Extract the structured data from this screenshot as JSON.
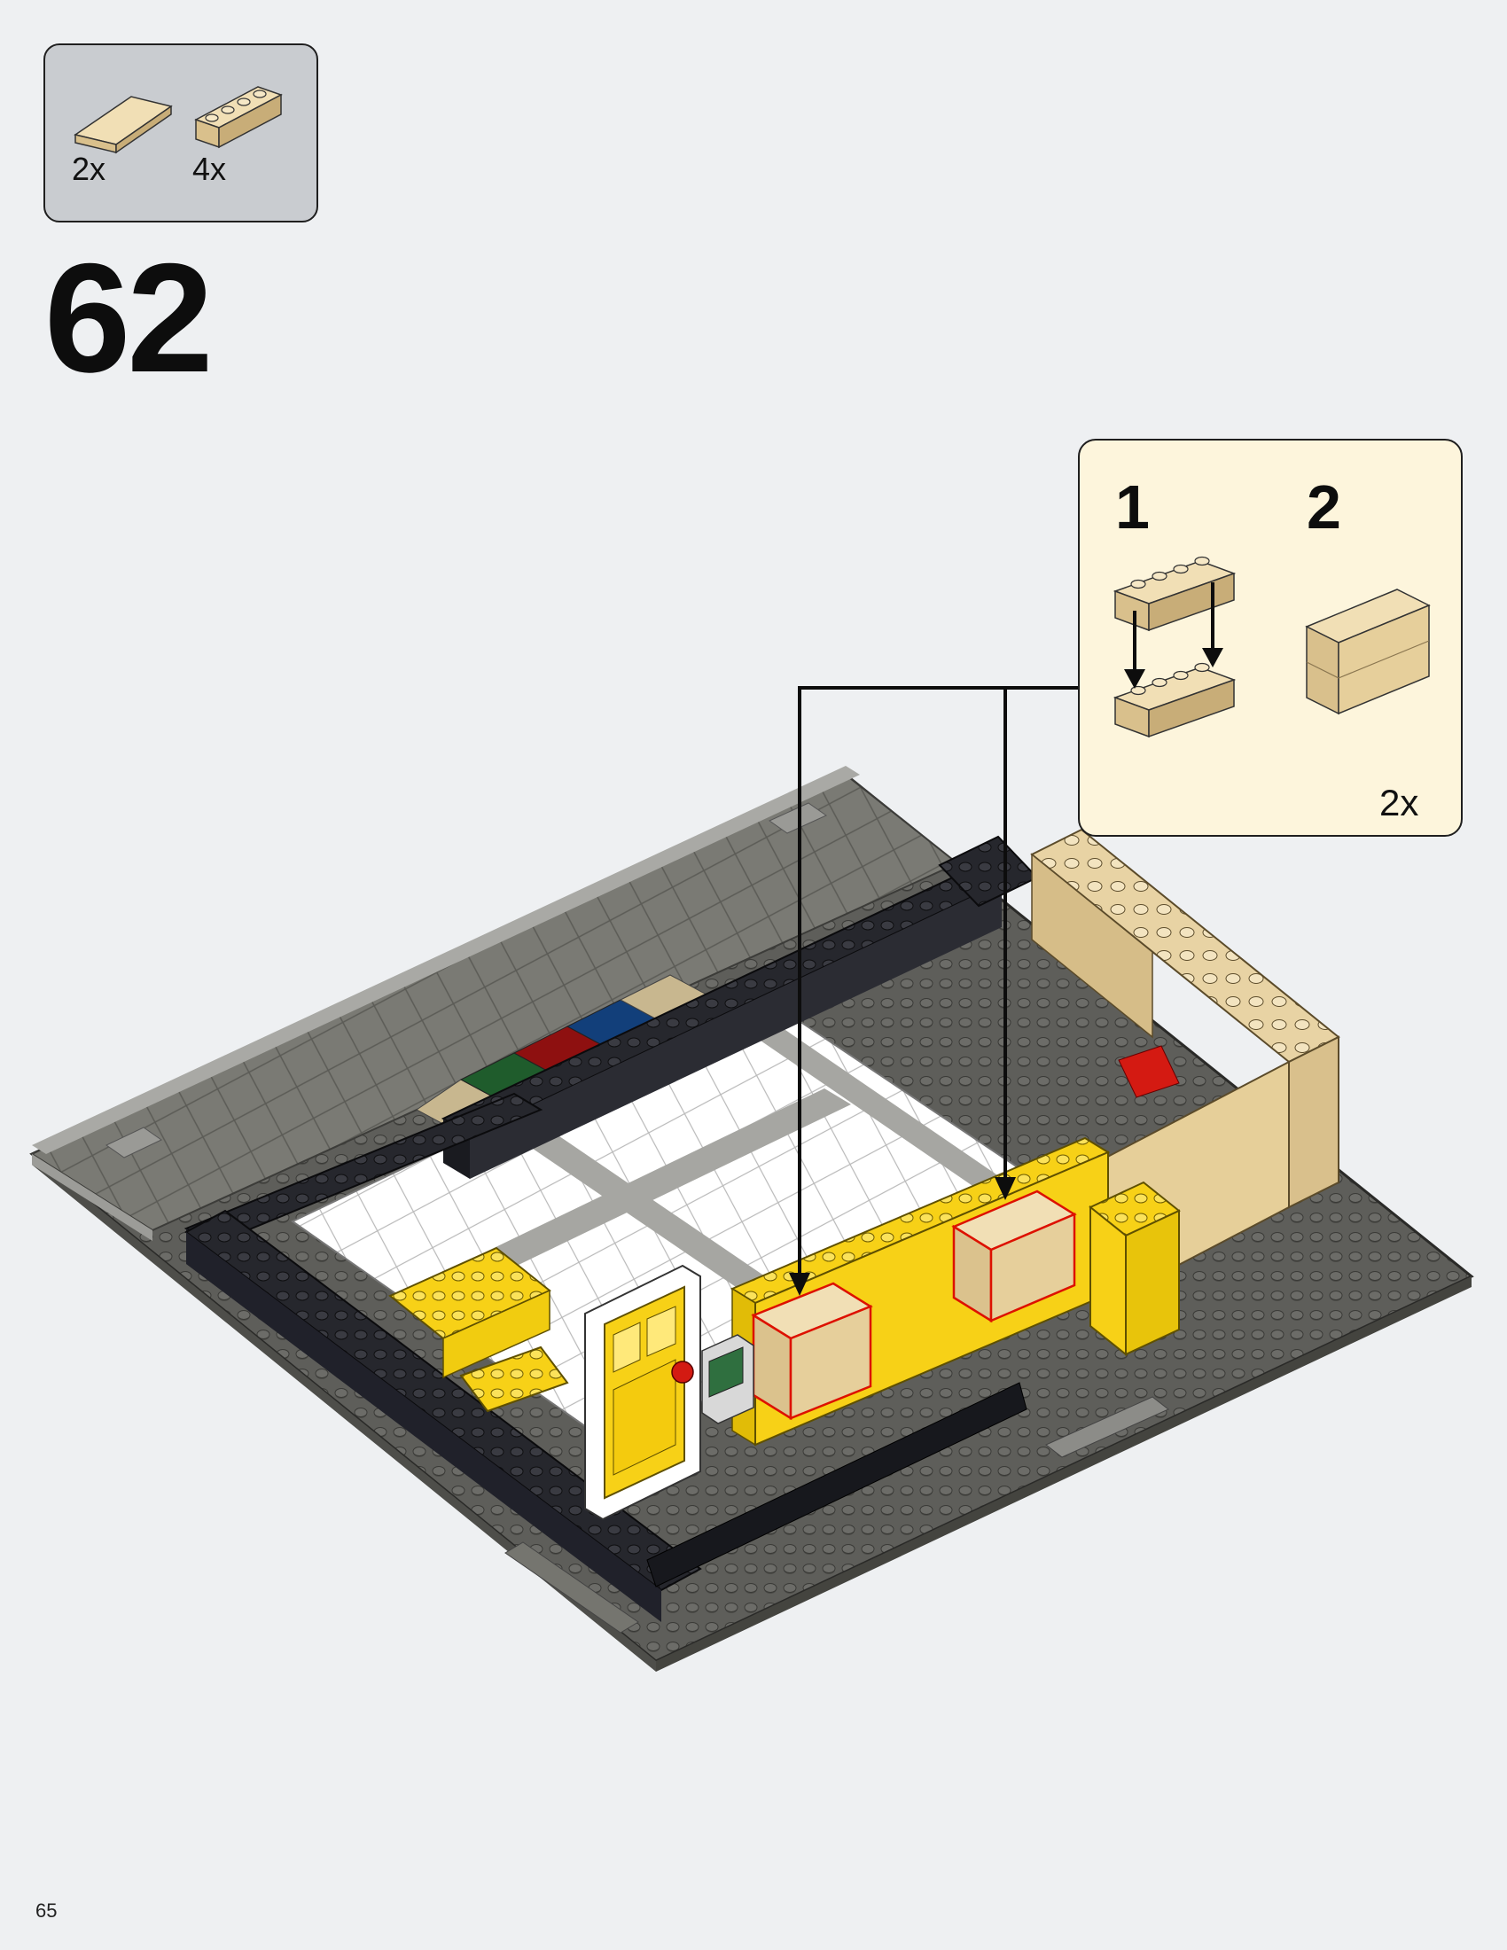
{
  "parts_callout": {
    "items": [
      {
        "icon": "tile-1x4-tan-icon",
        "quantity": "2x"
      },
      {
        "icon": "brick-1x4-tan-icon",
        "quantity": "4x"
      }
    ]
  },
  "step": {
    "number": "62"
  },
  "sub_assembly": {
    "steps": [
      {
        "number": "1"
      },
      {
        "number": "2"
      }
    ],
    "quantity": "2x"
  },
  "colors": {
    "background": "#eef0f2",
    "parts_box": "#c9ccd0",
    "sub_box": "#fdf5dc",
    "tan": "#e8d3a4",
    "yellow": "#f7d117",
    "dark_gray": "#5e5e5a",
    "black": "#1c1d22"
  },
  "footer": {
    "page_number": "65"
  }
}
